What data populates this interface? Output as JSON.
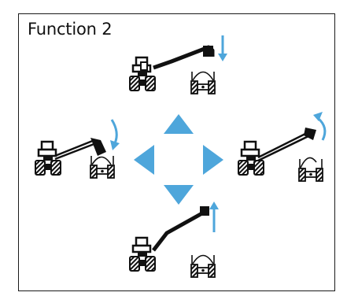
{
  "title": "Function 2",
  "colors": {
    "frame": "#1a1a1a",
    "arrow_blue": "#4ea6db",
    "machine_black": "#111111",
    "background": "#ffffff"
  },
  "direction_pad": {
    "icon": "four-way-direction-arrows",
    "directions": [
      "up",
      "left",
      "right",
      "down"
    ]
  },
  "scenes": [
    {
      "position": "top",
      "boom_action": "lower",
      "indicator": "arrow-down"
    },
    {
      "position": "left",
      "boom_action": "tilt-down",
      "indicator": "curved-arrow-down"
    },
    {
      "position": "right",
      "boom_action": "tilt-up",
      "indicator": "curved-arrow-up"
    },
    {
      "position": "bottom",
      "boom_action": "raise",
      "indicator": "arrow-up"
    }
  ]
}
